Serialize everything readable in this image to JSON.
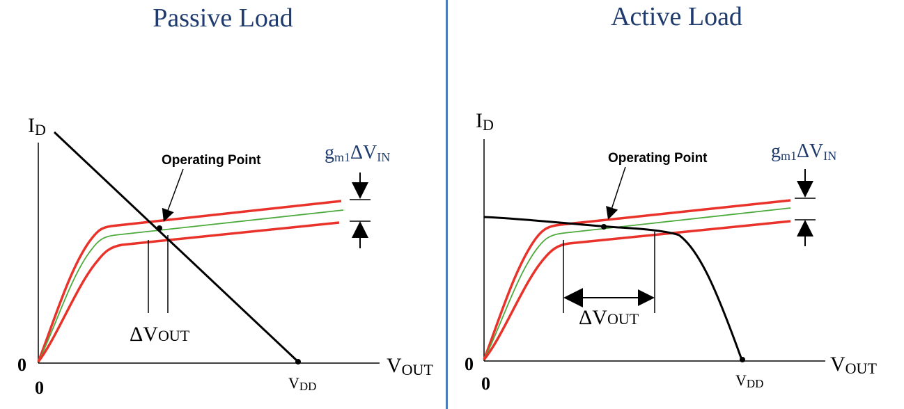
{
  "colors": {
    "title": "#1f3b6e",
    "divider": "#4a7cb8",
    "curve_outer": "#e8322a",
    "curve_mid": "#4caa3c",
    "load_line": "#000000",
    "gm_label": "#1f3b6e"
  },
  "panels": [
    {
      "title": "Passive Load",
      "y_axis_label": "I",
      "y_axis_sub": "D",
      "x_axis_label": "V",
      "x_axis_sub": "OUT",
      "origin_x_label": "0",
      "origin_y_label": "0",
      "vdd_label": "V",
      "vdd_sub": "DD",
      "op_point_label": "Operating Point",
      "delta_vout_label": "ΔV",
      "delta_vout_sub": "OUT",
      "gm_label": "g",
      "gm_sub": "m1",
      "gm_delta": "ΔV",
      "gm_delta_sub": "IN"
    },
    {
      "title": "Active Load",
      "y_axis_label": "I",
      "y_axis_sub": "D",
      "x_axis_label": "V",
      "x_axis_sub": "OUT",
      "origin_x_label": "0",
      "origin_y_label": "0",
      "vdd_label": "V",
      "vdd_sub": "DD",
      "op_point_label": "Operating Point",
      "delta_vout_label": "ΔV",
      "delta_vout_sub": "OUT",
      "gm_label": "g",
      "gm_sub": "m1",
      "gm_delta": "ΔV",
      "gm_delta_sub": "IN"
    }
  ]
}
